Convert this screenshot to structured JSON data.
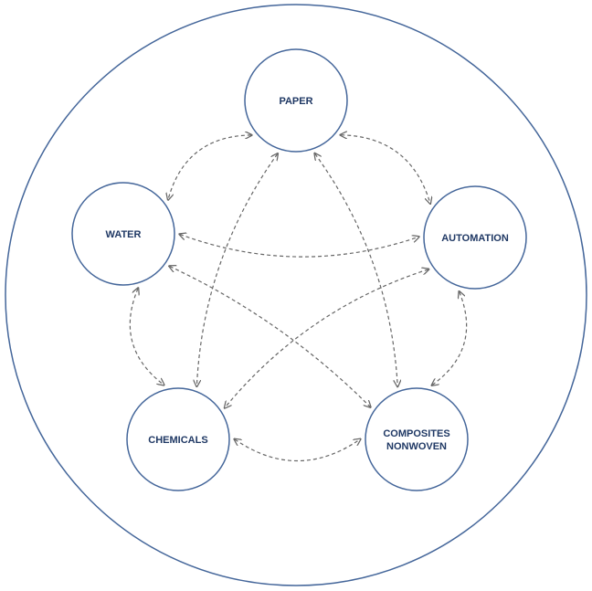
{
  "diagram": {
    "nodes": [
      {
        "id": "paper",
        "lines": [
          "PAPER"
        ]
      },
      {
        "id": "automation",
        "lines": [
          "AUTOMATION"
        ]
      },
      {
        "id": "composites",
        "lines": [
          "COMPOSITES",
          "NONWOVEN"
        ]
      },
      {
        "id": "chemicals",
        "lines": [
          "CHEMICALS"
        ]
      },
      {
        "id": "water",
        "lines": [
          "WATER"
        ]
      }
    ],
    "connections": [
      {
        "from": "paper",
        "to": "automation",
        "style": "dashed",
        "arrows": "both"
      },
      {
        "from": "paper",
        "to": "water",
        "style": "dashed",
        "arrows": "both"
      },
      {
        "from": "paper",
        "to": "chemicals",
        "style": "dashed",
        "arrows": "both"
      },
      {
        "from": "paper",
        "to": "composites",
        "style": "dashed",
        "arrows": "both"
      },
      {
        "from": "water",
        "to": "automation",
        "style": "dashed",
        "arrows": "both"
      },
      {
        "from": "water",
        "to": "chemicals",
        "style": "dashed",
        "arrows": "both"
      },
      {
        "from": "water",
        "to": "composites",
        "style": "dashed",
        "arrows": "both"
      },
      {
        "from": "automation",
        "to": "chemicals",
        "style": "dashed",
        "arrows": "both"
      },
      {
        "from": "automation",
        "to": "composites",
        "style": "dashed",
        "arrows": "both"
      },
      {
        "from": "chemicals",
        "to": "composites",
        "style": "dashed",
        "arrows": "both"
      }
    ]
  }
}
